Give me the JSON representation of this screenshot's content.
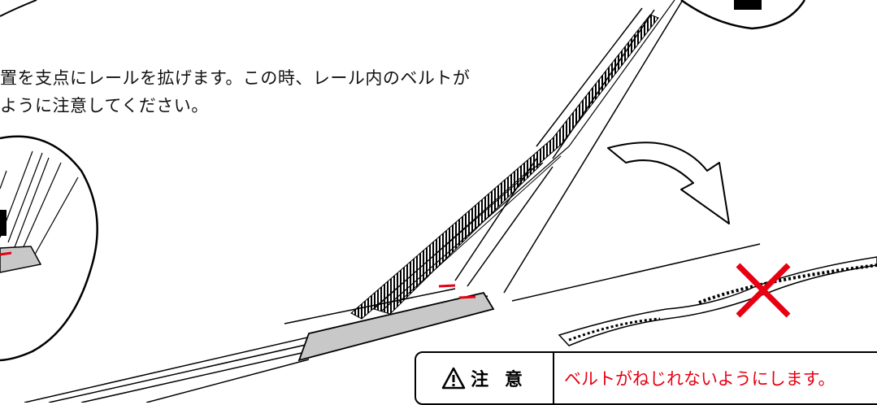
{
  "instructions": {
    "line1": "置を支点にレールを拡げます。この時、レール内のベルトが",
    "line2": "ように注意してください。"
  },
  "caution": {
    "label": "注 意",
    "text": "ベルトがねじれないようにします。"
  },
  "colors": {
    "warning_red": "#e60012",
    "block_gray": "#c8c8c8",
    "line": "#000000"
  }
}
